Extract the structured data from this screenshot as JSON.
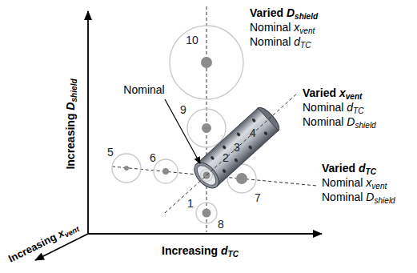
{
  "diagram": {
    "labels": [
      "10",
      "Varied",
      "D",
      "shield",
      "Nominal",
      "x",
      "vent",
      "Nominal",
      "d",
      "TC",
      "Nominal",
      "9",
      "4",
      "3",
      "2",
      "5",
      "6",
      "1",
      "7",
      "8",
      "Varied",
      "x",
      "vent",
      "Nominal",
      "d",
      "TC",
      "Nominal",
      "D",
      "shield",
      "Varied",
      "d",
      "TC",
      "Nominal",
      "x",
      "vent",
      "Nominal",
      "D",
      "shield",
      "Increasing",
      "D",
      "shield",
      "Increasing",
      "x",
      "vent",
      "Increasing",
      "d",
      "TC"
    ]
  }
}
